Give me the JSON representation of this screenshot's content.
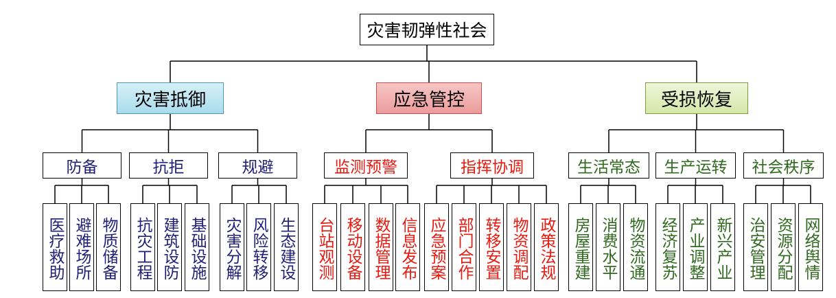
{
  "root": "灾害韧弹性社会",
  "colors": {
    "navy": "#1f1f78",
    "red": "#e8190f",
    "green": "#2f6a1e"
  },
  "groups": [
    {
      "label": "灾害抵御",
      "theme": "blue",
      "text_color": "navy",
      "children": [
        {
          "label": "防备",
          "leaves": [
            "医疗救助",
            "避难场所",
            "物质储备"
          ]
        },
        {
          "label": "抗拒",
          "leaves": [
            "抗灾工程",
            "建筑设防",
            "基础设施"
          ]
        },
        {
          "label": "规避",
          "leaves": [
            "灾害分解",
            "风险转移",
            "生态建设"
          ]
        }
      ]
    },
    {
      "label": "应急管控",
      "theme": "red",
      "text_color": "red",
      "children": [
        {
          "label": "监测预警",
          "leaves": [
            "台站观测",
            "移动设备",
            "数据管理",
            "信息发布"
          ]
        },
        {
          "label": "指挥协调",
          "leaves": [
            "应急预案",
            "部门合作",
            "转移安置",
            "物资调配",
            "政策法规"
          ]
        }
      ]
    },
    {
      "label": "受损恢复",
      "theme": "green",
      "text_color": "green",
      "children": [
        {
          "label": "生活常态",
          "leaves": [
            "房屋重建",
            "消费水平",
            "物资流通"
          ]
        },
        {
          "label": "生产运转",
          "leaves": [
            "经济复苏",
            "产业调整",
            "新兴产业"
          ]
        },
        {
          "label": "社会秩序",
          "leaves": [
            "治安管理",
            "资源分配",
            "网络舆情"
          ]
        }
      ]
    }
  ]
}
